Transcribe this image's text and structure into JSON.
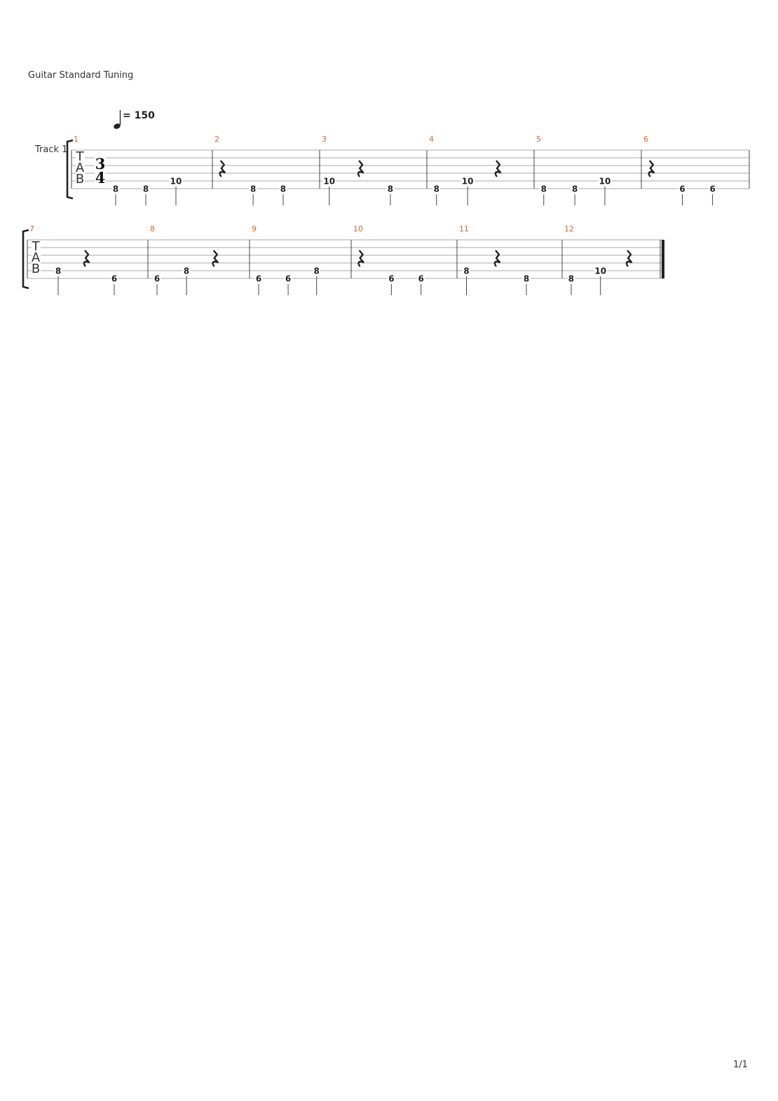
{
  "header": {
    "tuning": "Guitar Standard Tuning"
  },
  "tempo": {
    "bpm_text": "= 150"
  },
  "track": {
    "name": "Track 1"
  },
  "time_signature": {
    "top": "3",
    "bottom": "4"
  },
  "tab_letters": [
    "T",
    "A",
    "B"
  ],
  "systems": [
    {
      "measures": [
        {
          "number": "1",
          "events": [
            {
              "t": "note",
              "fret": "8",
              "string": 6
            },
            {
              "t": "note",
              "fret": "8",
              "string": 6
            },
            {
              "t": "note",
              "fret": "10",
              "string": 5
            }
          ]
        },
        {
          "number": "2",
          "events": [
            {
              "t": "rest"
            },
            {
              "t": "note",
              "fret": "8",
              "string": 6
            },
            {
              "t": "note",
              "fret": "8",
              "string": 6
            }
          ]
        },
        {
          "number": "3",
          "events": [
            {
              "t": "note",
              "fret": "10",
              "string": 5
            },
            {
              "t": "rest"
            },
            {
              "t": "note",
              "fret": "8",
              "string": 6
            }
          ]
        },
        {
          "number": "4",
          "events": [
            {
              "t": "note",
              "fret": "8",
              "string": 6
            },
            {
              "t": "note",
              "fret": "10",
              "string": 5
            },
            {
              "t": "rest"
            }
          ]
        },
        {
          "number": "5",
          "events": [
            {
              "t": "note",
              "fret": "8",
              "string": 6
            },
            {
              "t": "note",
              "fret": "8",
              "string": 6
            },
            {
              "t": "note",
              "fret": "10",
              "string": 5
            }
          ]
        },
        {
          "number": "6",
          "events": [
            {
              "t": "rest"
            },
            {
              "t": "note",
              "fret": "6",
              "string": 6
            },
            {
              "t": "note",
              "fret": "6",
              "string": 6
            }
          ]
        }
      ]
    },
    {
      "measures": [
        {
          "number": "7",
          "events": [
            {
              "t": "note",
              "fret": "8",
              "string": 5
            },
            {
              "t": "rest"
            },
            {
              "t": "note",
              "fret": "6",
              "string": 6
            }
          ]
        },
        {
          "number": "8",
          "events": [
            {
              "t": "note",
              "fret": "6",
              "string": 6
            },
            {
              "t": "note",
              "fret": "8",
              "string": 5
            },
            {
              "t": "rest"
            }
          ]
        },
        {
          "number": "9",
          "events": [
            {
              "t": "note",
              "fret": "6",
              "string": 6
            },
            {
              "t": "note",
              "fret": "6",
              "string": 6
            },
            {
              "t": "note",
              "fret": "8",
              "string": 5
            }
          ]
        },
        {
          "number": "10",
          "events": [
            {
              "t": "rest"
            },
            {
              "t": "note",
              "fret": "6",
              "string": 6
            },
            {
              "t": "note",
              "fret": "6",
              "string": 6
            }
          ]
        },
        {
          "number": "11",
          "events": [
            {
              "t": "note",
              "fret": "8",
              "string": 5
            },
            {
              "t": "rest"
            },
            {
              "t": "note",
              "fret": "8",
              "string": 6
            }
          ]
        },
        {
          "number": "12",
          "events": [
            {
              "t": "note",
              "fret": "8",
              "string": 6
            },
            {
              "t": "note",
              "fret": "10",
              "string": 5
            },
            {
              "t": "rest"
            }
          ]
        }
      ]
    }
  ],
  "footer": {
    "page": "1/1"
  }
}
